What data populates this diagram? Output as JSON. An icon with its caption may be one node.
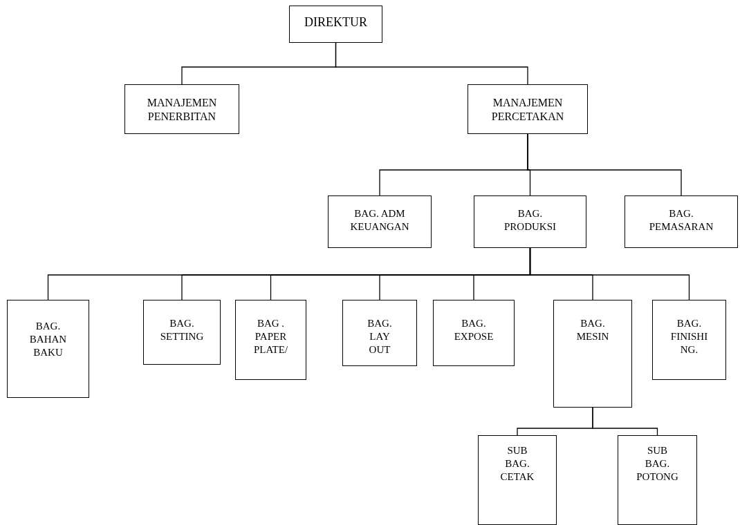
{
  "diagram": {
    "nodes": [
      {
        "text": [
          "DIREKTUR"
        ]
      },
      {
        "text": [
          "MANAJEMEN PENERBITAN"
        ]
      },
      {
        "text": [
          "MANAJEMEN PERCETAKAN"
        ]
      },
      {
        "text": [
          "BAG. ADM KEUANGAN"
        ]
      },
      {
        "text": [
          "BAG. PRODUKSI"
        ]
      },
      {
        "text": [
          "BAG. PEMASARAN"
        ]
      },
      {
        "text": [
          "BAG. BAHAN BAKU"
        ]
      },
      {
        "text": [
          "BAG. SETTING"
        ]
      },
      {
        "text": [
          "BAG . PAPER PLATE/"
        ]
      },
      {
        "text": [
          "BAG. LAY OUT"
        ]
      },
      {
        "text": [
          "BAG. EXPOSE"
        ]
      },
      {
        "text": [
          "BAG. MESIN"
        ]
      },
      {
        "text": [
          "BAG. FINISHI NG."
        ]
      },
      {
        "text": [
          "SUB BAG. CETAK"
        ]
      },
      {
        "text": [
          "SUB BAG. POTONG"
        ]
      }
    ],
    "edges": [
      {
        "from": 0,
        "to": 1,
        "arrow": "none"
      },
      {
        "from": 0,
        "to": 2,
        "arrow": "none"
      },
      {
        "from": 2,
        "to": 3,
        "arrow": "none"
      },
      {
        "from": 2,
        "to": 4,
        "arrow": "none"
      },
      {
        "from": 2,
        "to": 5,
        "arrow": "none"
      },
      {
        "from": 4,
        "to": 6,
        "arrow": "none"
      },
      {
        "from": 4,
        "to": 7,
        "arrow": "none"
      },
      {
        "from": 4,
        "to": 8,
        "arrow": "none"
      },
      {
        "from": 4,
        "to": 9,
        "arrow": "none"
      },
      {
        "from": 4,
        "to": 10,
        "arrow": "none"
      },
      {
        "from": 4,
        "to": 11,
        "arrow": "none"
      },
      {
        "from": 4,
        "to": 12,
        "arrow": "none"
      },
      {
        "from": 11,
        "to": 13,
        "arrow": "none"
      },
      {
        "from": 11,
        "to": 14,
        "arrow": "none"
      }
    ]
  }
}
